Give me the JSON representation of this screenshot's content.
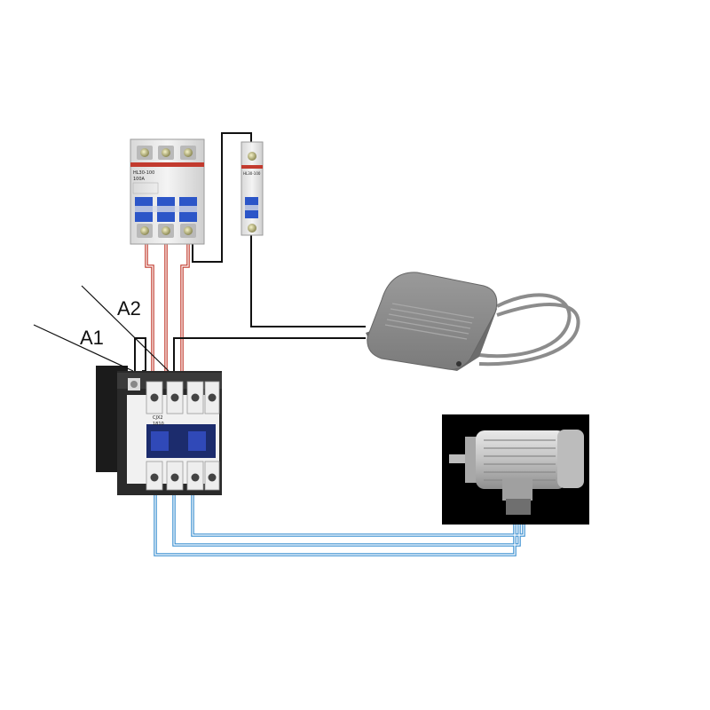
{
  "labels": {
    "a1": "A1",
    "a2": "A2"
  },
  "breaker_3p": {
    "model": "HL30-100",
    "rating": "100A"
  },
  "breaker_1p": {
    "model": "HL30-100"
  },
  "contactor": {
    "model": "CJX2",
    "rating": "1810"
  },
  "colors": {
    "phase_input": "#c0392b",
    "phase_output": "#3a8fd0",
    "control": "#111111",
    "breaker_handle": "#2c56c8",
    "contactor_body": "#1b1b1b",
    "motor_background": "#000000",
    "pedal": "#8a8a8a"
  },
  "icons": {
    "breaker_3p": "three-pole-circuit-breaker-icon",
    "breaker_1p": "single-pole-circuit-breaker-icon",
    "contactor": "ac-contactor-icon",
    "foot_switch": "foot-pedal-switch-icon",
    "motor": "three-phase-motor-icon"
  }
}
